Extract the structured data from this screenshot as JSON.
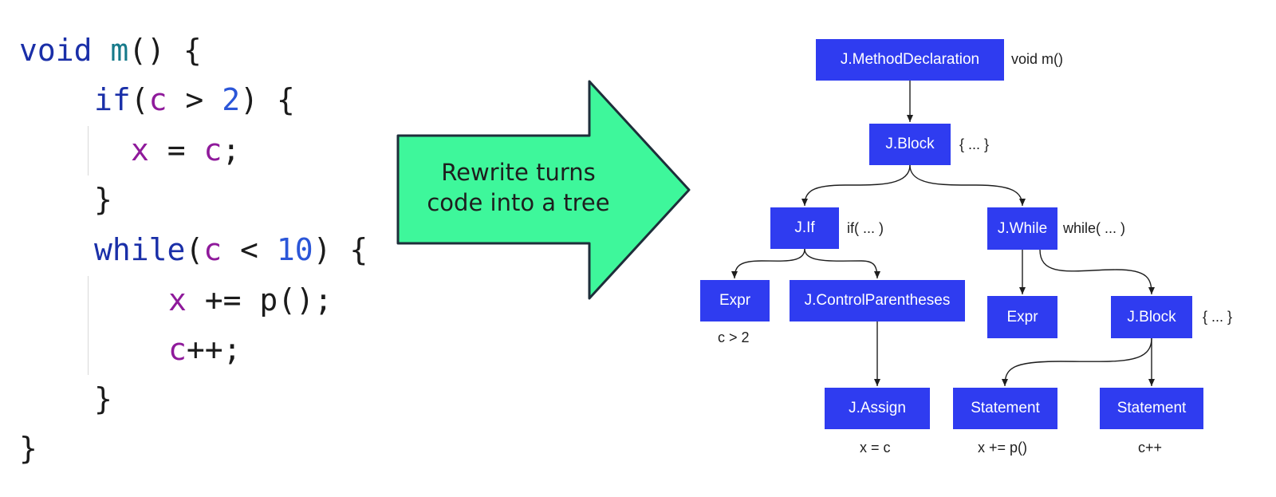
{
  "code": {
    "lines": [
      [
        "void",
        " ",
        "m",
        "() {"
      ],
      [
        "if",
        "(",
        "c",
        " > ",
        "2",
        ") {"
      ],
      [
        "x",
        " = ",
        "c",
        ";"
      ],
      [
        "}"
      ],
      [
        "while",
        "(",
        "c",
        " < ",
        "10",
        ") {"
      ],
      [
        "x",
        " += p();"
      ],
      [
        "c",
        "++;"
      ],
      [
        "}"
      ],
      [
        "}"
      ]
    ]
  },
  "arrow": {
    "text": "Rewrite turns\ncode into a tree",
    "fill": "#3ef79b",
    "stroke": "#1e2e3a"
  },
  "tree": {
    "node_color": "#2f3cf0",
    "nodes": {
      "method": "J.MethodDeclaration",
      "block1": "J.Block",
      "if": "J.If",
      "while": "J.While",
      "expr1": "Expr",
      "control_parens": "J.ControlParentheses",
      "expr2": "Expr",
      "block2": "J.Block",
      "assign": "J.Assign",
      "statement1": "Statement",
      "statement2": "Statement"
    },
    "annotations": {
      "method": "void m()",
      "block1": "{ ... }",
      "if": "if( ... )",
      "while": "while( ... )",
      "expr1": "c > 2",
      "block2": "{ ... }",
      "assign": "x = c",
      "statement1": "x += p()",
      "statement2": "c++"
    }
  }
}
